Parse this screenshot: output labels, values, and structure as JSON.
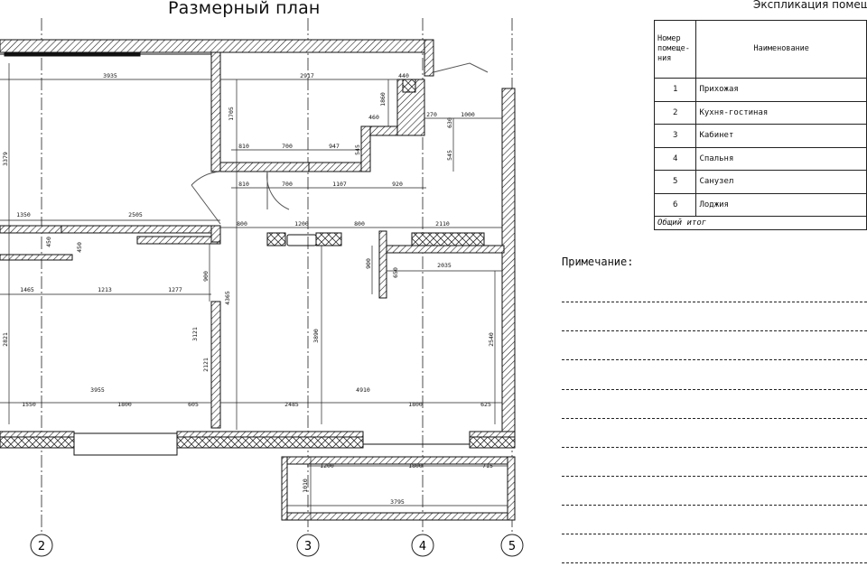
{
  "plan_title": "Размерный план",
  "explication": {
    "title": "Экспликация помеще",
    "header_num": [
      "Номер",
      "помеще-",
      "ния"
    ],
    "header_name": "Наименование",
    "rows": [
      {
        "num": "1",
        "name": "Прихожая"
      },
      {
        "num": "2",
        "name": "Кухня-гостиная"
      },
      {
        "num": "3",
        "name": "Кабинет"
      },
      {
        "num": "4",
        "name": "Спальня"
      },
      {
        "num": "5",
        "name": "Санузел"
      },
      {
        "num": "6",
        "name": "Лоджия"
      }
    ],
    "total": "Общий итог"
  },
  "note_label": "Примечание:",
  "axes": [
    "2",
    "3",
    "4",
    "5"
  ],
  "dimensions": [
    "3935",
    "2917",
    "440",
    "1705",
    "1860",
    "460",
    "270",
    "1000",
    "630",
    "545",
    "810",
    "700",
    "947",
    "545",
    "810",
    "700",
    "1107",
    "920",
    "3379",
    "1350",
    "2505",
    "800",
    "1200",
    "800",
    "2110",
    "450",
    "450",
    "900",
    "650",
    "2035",
    "1465",
    "1213",
    "1277",
    "900",
    "4365",
    "3121",
    "3890",
    "2540",
    "2821",
    "2121",
    "1550",
    "3955",
    "1800",
    "605",
    "2485",
    "4910",
    "1800",
    "625",
    "1200",
    "1800",
    "715",
    "1010",
    "3795"
  ]
}
